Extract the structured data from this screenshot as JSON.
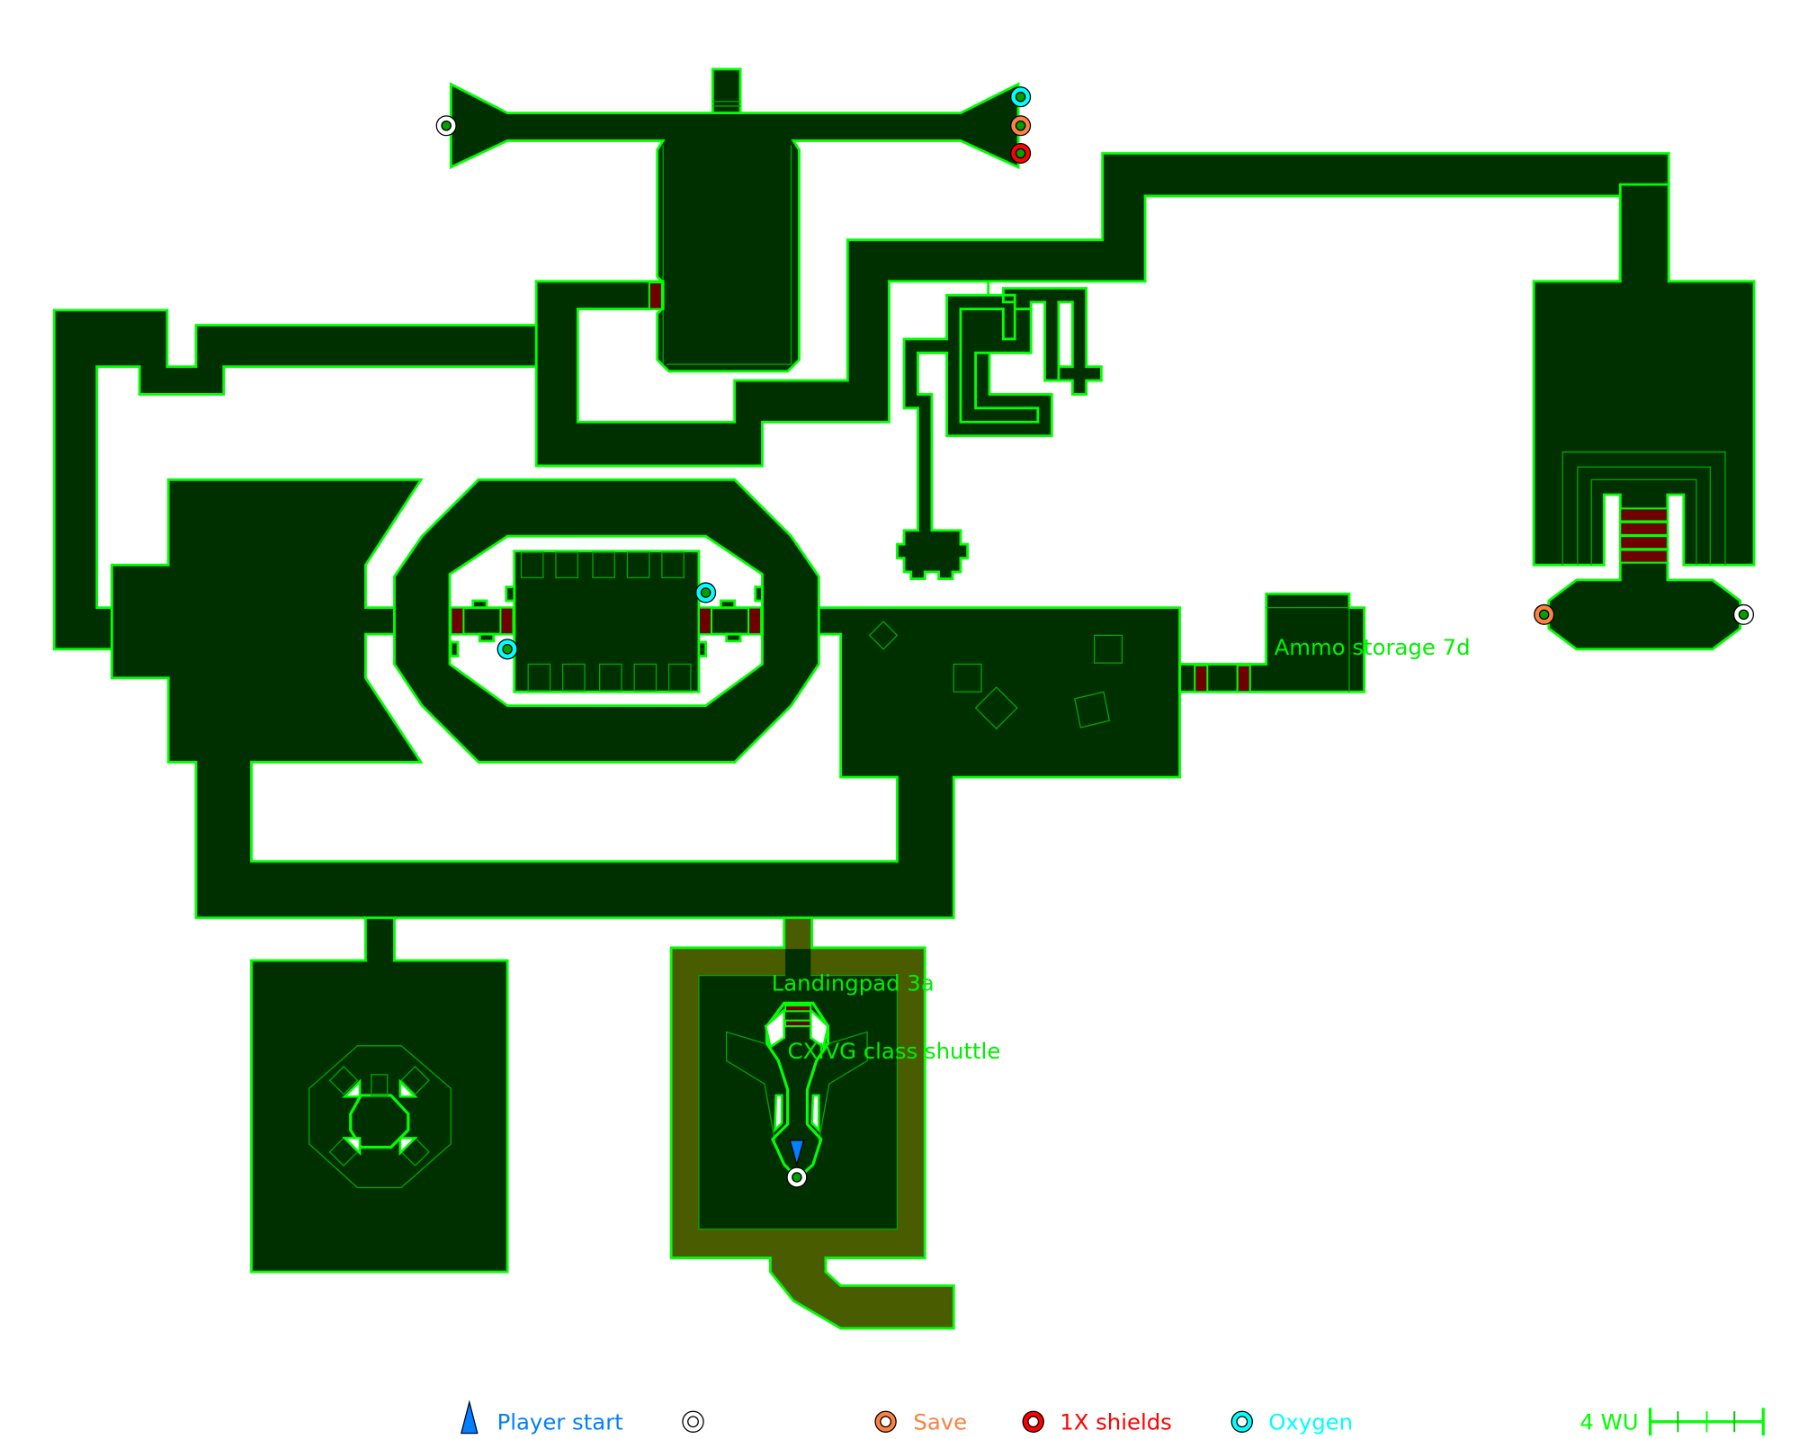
{
  "map": {
    "labels": {
      "ammo_storage": "Ammo storage 7d",
      "landingpad": "Landingpad 3a",
      "shuttle": "CXIVG class shuttle"
    },
    "markers": [
      {
        "type": "generic",
        "location": "top-west-hall-left-tip"
      },
      {
        "type": "oxygen",
        "location": "top-west-hall-right-tip"
      },
      {
        "type": "save",
        "location": "top-west-hall-right-tip"
      },
      {
        "type": "shields",
        "location": "top-west-hall-right-tip"
      },
      {
        "type": "oxygen",
        "location": "central-chamber-upper-right"
      },
      {
        "type": "oxygen",
        "location": "central-chamber-lower-left"
      },
      {
        "type": "save",
        "location": "east-room-lower-left"
      },
      {
        "type": "generic",
        "location": "east-room-lower-right"
      },
      {
        "type": "generic",
        "location": "shuttle-exit"
      },
      {
        "type": "player-start",
        "location": "shuttle"
      }
    ]
  },
  "legend": {
    "player_start": "Player start",
    "generic": "",
    "save": "Save",
    "shields": "1X shields",
    "oxygen": "Oxygen",
    "scale": "4 WU"
  },
  "colors": {
    "floor": "#003000",
    "wall": "#00ff00",
    "door": "#700000",
    "landingpad": "#4a5c00",
    "player_start": "#0080ff",
    "save": "#ff8040",
    "shields": "#ff0000",
    "oxygen": "#00ffff",
    "generic": "#ffffff"
  }
}
